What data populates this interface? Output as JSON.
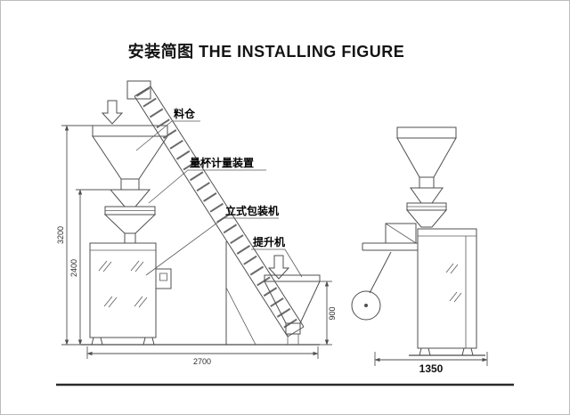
{
  "page": {
    "title": "安装简图 THE INSTALLING FIGURE"
  },
  "labels": {
    "hopper": "料仓",
    "measuring_device": "量杯计量装置",
    "vertical_packer": "立式包装机",
    "elevator": "提升机"
  },
  "dimensions": {
    "overall_height": "3200",
    "machine_height": "2400",
    "overall_width": "2700",
    "elevator_hopper_height": "900",
    "side_width": "1350"
  },
  "colors": {
    "line": "#4f4f4f",
    "text": "#000000",
    "background": "#ffffff"
  }
}
